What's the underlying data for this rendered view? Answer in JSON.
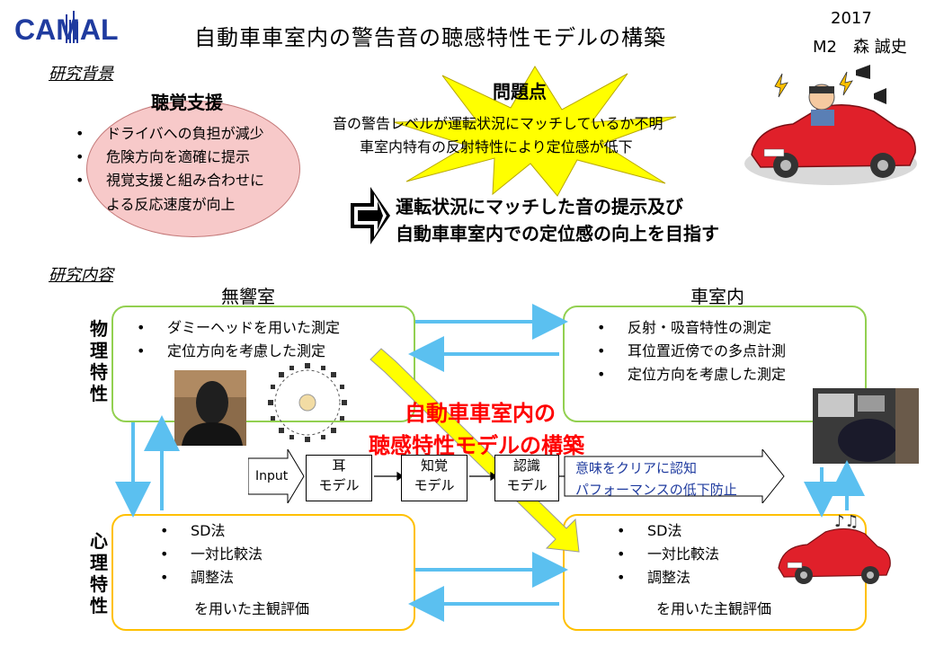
{
  "logo_text": "CAMAL",
  "header": {
    "title": "自動車車室内の警告音の聴感特性モデルの構築",
    "year": "2017",
    "author": "M2　森 誠史"
  },
  "background": {
    "section_label": "研究背景",
    "support": {
      "heading": "聴覚支援",
      "bullets": [
        "ドライバへの負担が減少",
        "危険方向を適確に提示",
        "視覚支援と組み合わせに",
        "よる反応速度が向上"
      ]
    },
    "problem": {
      "heading": "問題点",
      "lines": [
        "音の警告レベルが運転状況にマッチしているか不明",
        "車室内特有の反射特性により定位感が低下"
      ]
    },
    "goal": {
      "lines": [
        "運転状況にマッチした音の提示及び",
        "自動車車室内での定位感の向上を目指す"
      ]
    }
  },
  "research": {
    "section_label": "研究内容",
    "anechoic_heading": "無響室",
    "cabin_heading": "車室内",
    "physical_label": [
      "物",
      "理",
      "特",
      "性"
    ],
    "psych_label": [
      "心",
      "理",
      "特",
      "性"
    ],
    "anechoic_physical": [
      "ダミーヘッドを用いた測定",
      "定位方向を考慮した測定"
    ],
    "cabin_physical": [
      "反射・吸音特性の測定",
      "耳位置近傍での多点計測",
      "定位方向を考慮した測定"
    ],
    "anechoic_psych": [
      "SD法",
      "一対比較法",
      "調整法"
    ],
    "cabin_psych": [
      "SD法",
      "一対比較法",
      "調整法"
    ],
    "eval_text_left": "を用いた主観評価",
    "eval_text_right": "を用いた主観評価",
    "center_title": [
      "自動車車室内の",
      "聴感特性モデルの構築"
    ],
    "model_flow": {
      "input": "Input",
      "ear": [
        "耳",
        "モデル"
      ],
      "perception": [
        "知覚",
        "モデル"
      ],
      "recognition": [
        "認識",
        "モデル"
      ],
      "output": [
        "意味をクリアに認知",
        "パフォーマンスの低下防止"
      ]
    }
  },
  "colors": {
    "green_border": "#92d050",
    "gold_border": "#ffc000",
    "arrow_blue": "#5bc0f0",
    "star_yellow": "#ffff00",
    "red_text": "#ff0000",
    "car_red": "#e0202a"
  }
}
